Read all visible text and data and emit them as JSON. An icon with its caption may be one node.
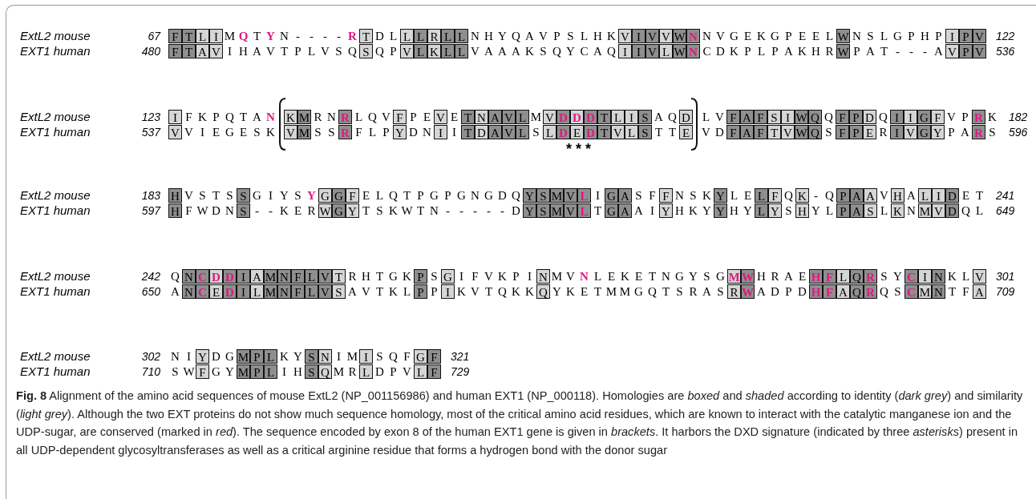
{
  "diagram": {
    "caption": "**Fig. 8**  Alignment of the amino acid sequences of mouse ExtL2 (NP_001156986) and human EXT1 (NP_000118). Homologies are *boxed* and *shaded* according to identity (*dark grey*) and similarity (*light grey*). Although the two EXT proteins do not show much sequence homology, most of the critical amino acid residues, which are known to interact with the catalytic manganese ion and the UDP-sugar, are conserved (marked in *red*). The sequence encoded by exon 8 of the human EXT1 gene is given in *brackets*. It harbors the DXD signature (indicated by three *asterisks*) present in all UDP-dependent glycosyltransferases as well as a critical arginine residue that forms a hydrogen bond with the donor sugar",
    "labels": [
      "ExtL2 mouse",
      "67",
      "F T L I M **Q** T **Y** N - - - - **R** T D L L L R L L N H Y Q A V P S L H K V I V V W **N** N V G E K G P E E L W N S L G P H P I P V",
      "122",
      "EXT1 human",
      "480",
      "F T A V I H A V T P L V S Q S Q P V L K L L V A A A K S Q Y C A Q I I V L W **N** C D K P L P A K H R W P A T - - - A V P V",
      "536",
      "ExtL2 mouse",
      "123",
      "I F K P Q T A **N** K M R N **R** L Q V F P E V E T N A V L M V **D D D** T L I S A Q D L V F A F S I W Q Q F P D Q I I G F V P **R** K",
      "182",
      "EXT1 human",
      "537",
      "V V I E G E S K V M S S **R** F L P Y D N I I T D A V L S L **D** E **D** T V L S T T E V D F A F T V W Q S F P E R I V G Y P A **R** S",
      "596",
      "* * *",
      "ExtL2 mouse",
      "183",
      "H V S T S S G I Y S **Y** G G F E L Q T P G P G N G D Q Y S M V **L** I G A S F F N S K Y L E L F Q K - Q P A A V H A L I D E T",
      "241",
      "EXT1 human",
      "597",
      "H F W D N S - - K E R W G Y T S K W T N - - - - - D Y S M V **L** T G A A I Y H K Y Y H Y L Y S H Y L P A S L K N M V D Q L",
      "649",
      "ExtL2 mouse",
      "242",
      "Q N **C D D** I A M N F L V T R H T G K P S G I F V K P I N M V **N** L E K E T N G Y S G **M W** H R A E **H F** L Q **R** S Y **C** I N K L V",
      "301",
      "EXT1 human",
      "650",
      "A N **C** E **D** I L M N F L V S A V T K L P P I K V T Q K K Q Y K E T M M G Q T S R A S R **W** A D P D **H F** A Q **R** Q S **C** M N T F A",
      "709",
      "ExtL2 mouse",
      "302",
      "N I Y D G M P L K Y S N I M I S Q F G F",
      "321",
      "EXT1 human",
      "710",
      "S W F G Y M P L I H S Q M R L D P V L F",
      "729"
    ]
  }
}
